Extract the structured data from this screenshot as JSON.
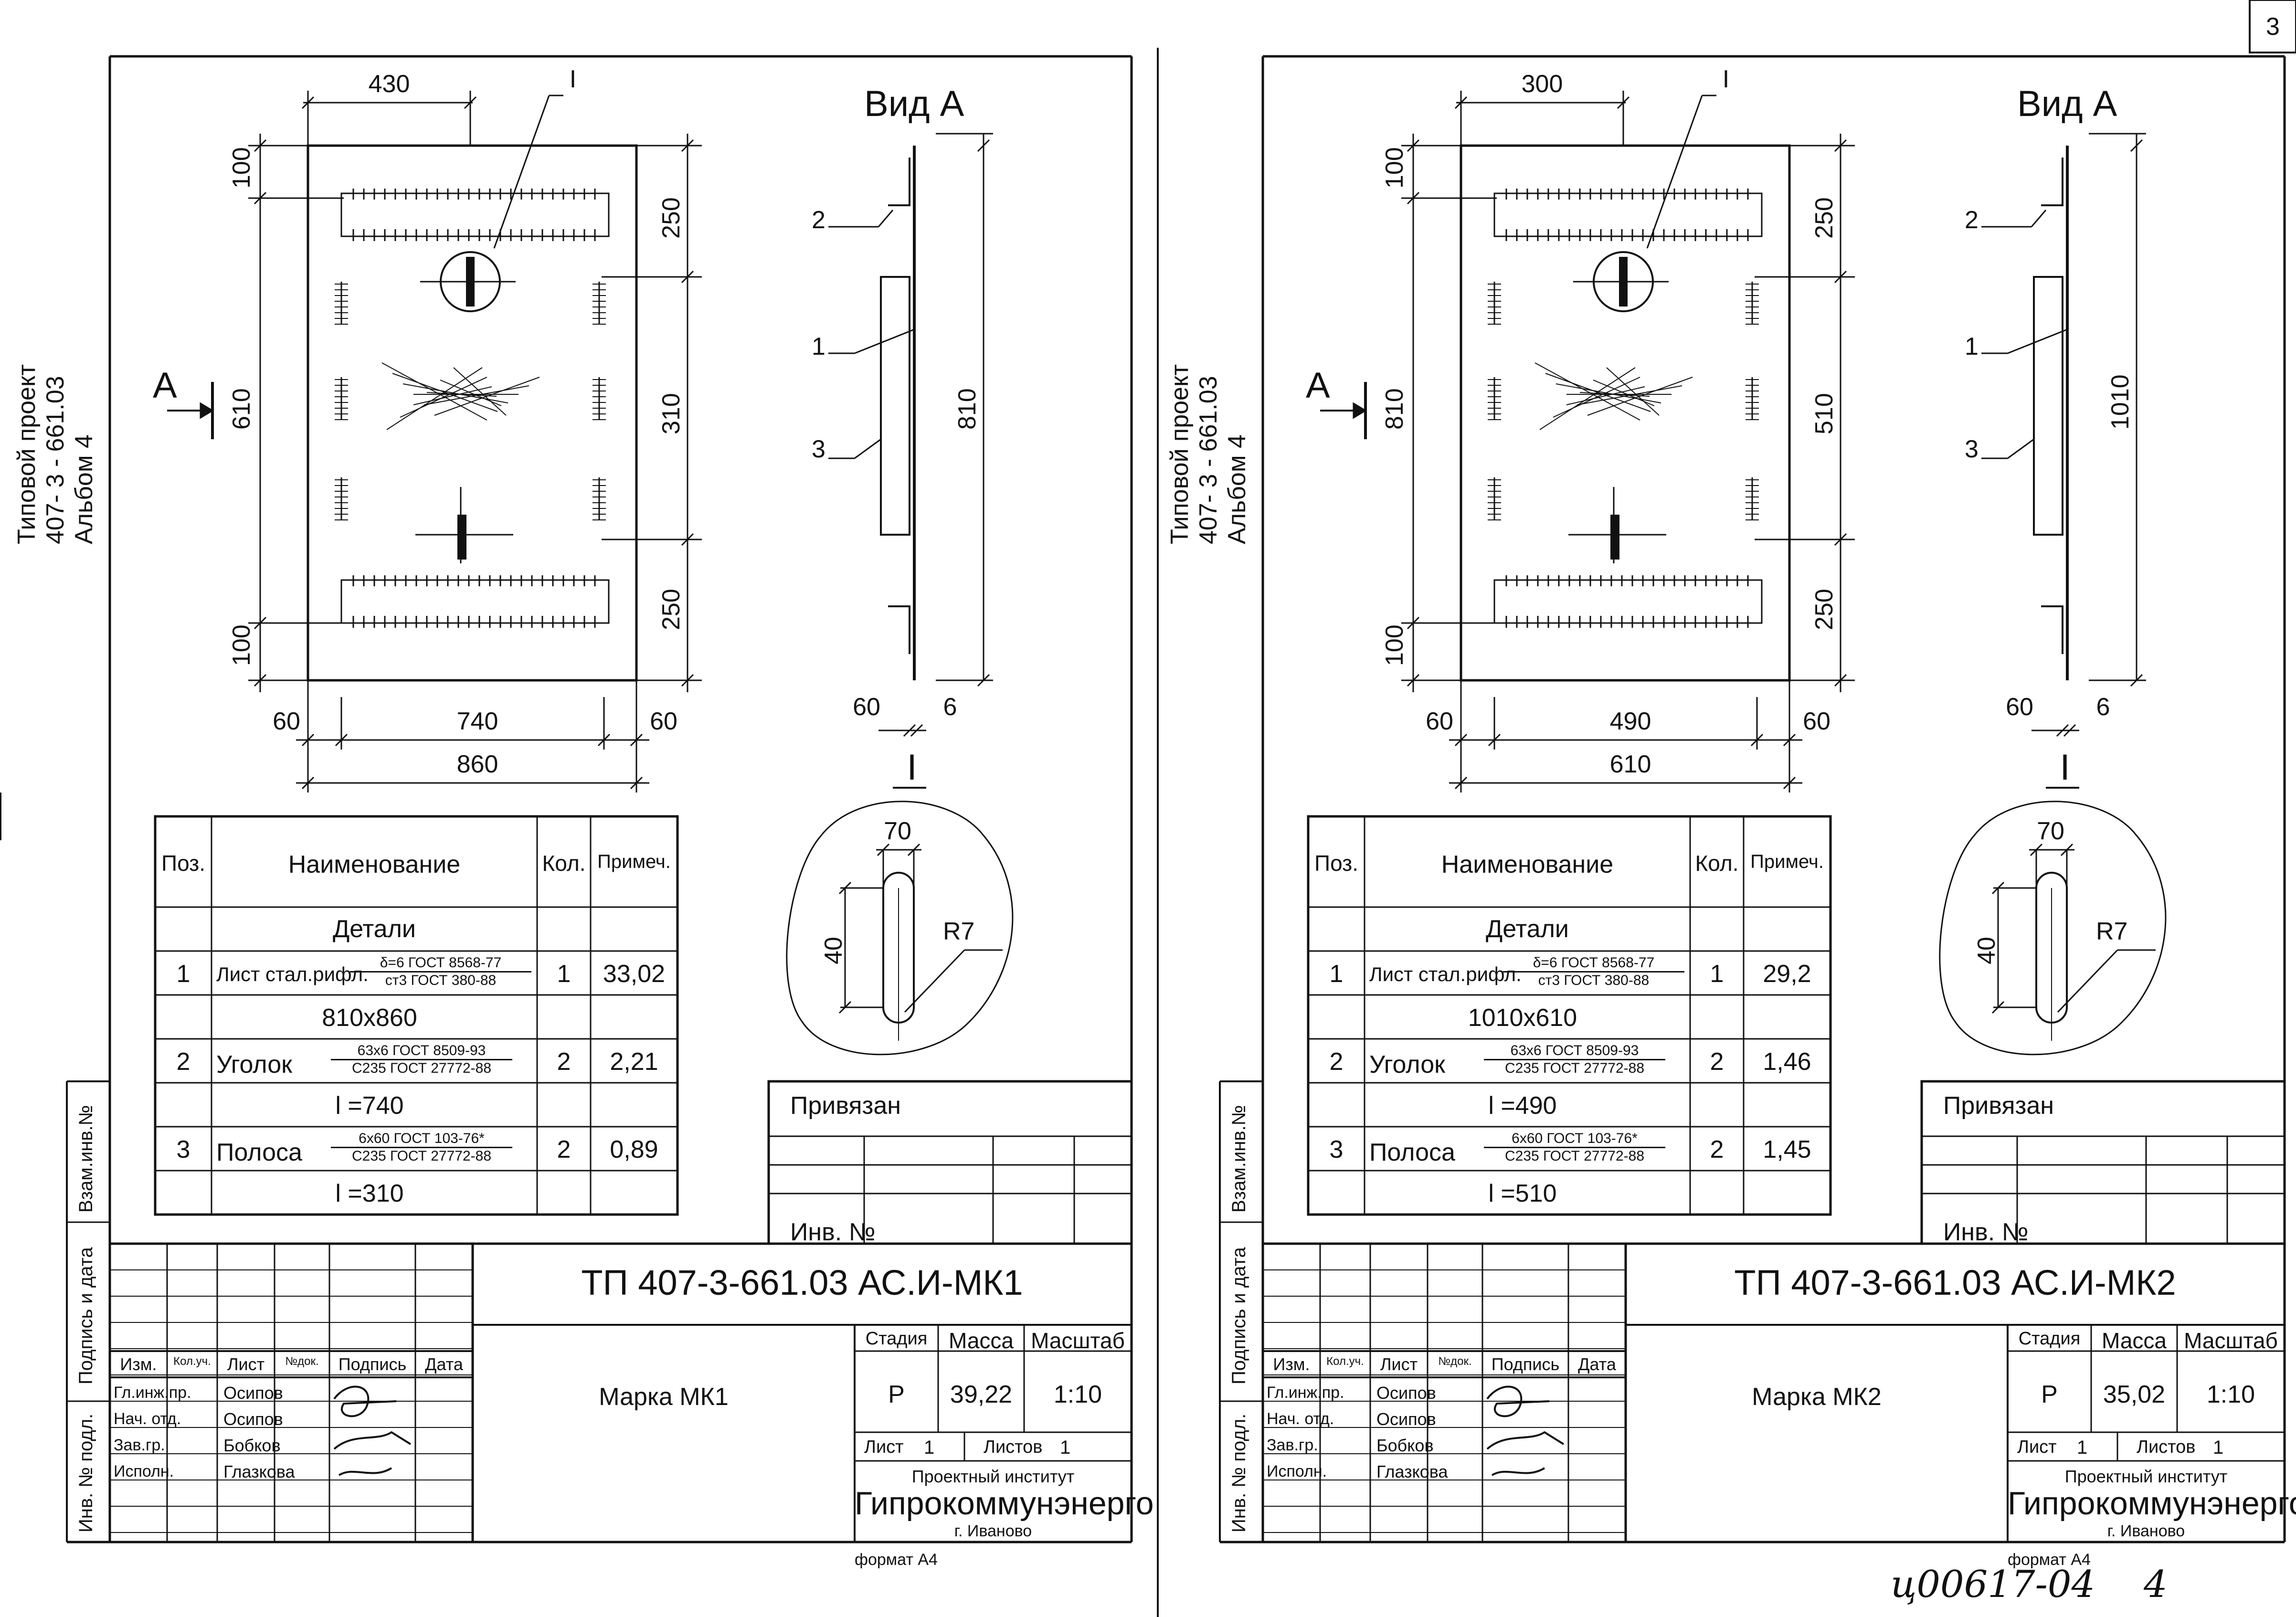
{
  "page": {
    "corner_number": "3",
    "bottom_handwriting": "ц00617-04",
    "bottom_page": "4"
  },
  "sheets": [
    {
      "side_title": [
        "Типовой проект",
        "407- 3 - 661.03",
        "Альбом 4"
      ],
      "dims": {
        "top_offset": "430",
        "top_margin": "100",
        "bottom_margin": "100",
        "height": "610",
        "right_top": "250",
        "right_mid": "310",
        "right_bottom": "250",
        "bottom_left": "60",
        "bottom_mid": "740",
        "bottom_right": "60",
        "overall": "860",
        "view_height": "810",
        "view_left": "60",
        "view_right": "6"
      },
      "view_title": "Вид А",
      "view_marker": "А",
      "callout": "I",
      "pos_labels": [
        "2",
        "1",
        "3"
      ],
      "detail": {
        "roman": "I",
        "width": "70",
        "height": "40",
        "radius": "R7"
      },
      "table": {
        "headers": [
          "Поз.",
          "Наименование",
          "Кол.",
          "Примеч."
        ],
        "section": "Детали",
        "rows": [
          {
            "pos": "1",
            "name": "Лист стал.рифл.",
            "std_top": "δ=6 ГОСТ 8568-77",
            "std_bottom": "ст3 ГОСТ 380-88",
            "qty": "1",
            "note": "33,02",
            "sub": "810х860"
          },
          {
            "pos": "2",
            "name": "Уголок",
            "std_top": "63х6 ГОСТ 8509-93",
            "std_bottom": "С235 ГОСТ 27772-88",
            "qty": "2",
            "note": "2,21",
            "sub": "l =740"
          },
          {
            "pos": "3",
            "name": "Полоса",
            "std_top": "6х60 ГОСТ 103-76*",
            "std_bottom": "С235 ГОСТ 27772-88",
            "qty": "2",
            "note": "0,89",
            "sub": "l =310"
          }
        ]
      },
      "privyazan": "Привязан",
      "inv_no": "Инв. №",
      "stamp": {
        "code": "ТП   407-3-661.03   АС.И-МК1",
        "name": "Марка МК1",
        "headers": [
          "Изм.",
          "Кол.уч.",
          "Лист",
          "№док.",
          "Подпись",
          "Дата"
        ],
        "roles": [
          "Гл.инж.пр.",
          "Нач. отд.",
          "Зав.гр.",
          "Исполн."
        ],
        "people": [
          "Осипов",
          "Осипов",
          "Бобков",
          "Глазкова"
        ],
        "stage_label": "Стадия",
        "mass_label": "Масса",
        "scale_label": "Масштаб",
        "stage": "Р",
        "mass": "39,22",
        "scale": "1:10",
        "sheet": "Лист",
        "sheet_no": "1",
        "sheets": "Листов",
        "sheets_no": "1",
        "institute_line": "Проектный институт",
        "institute": "Гипрокоммунэнерго",
        "city": "г. Иваново"
      },
      "format": "формат А4",
      "margin_labels": [
        "Взам.инв.№",
        "Подпись и дата",
        "Инв. № подл."
      ]
    },
    {
      "side_title": [
        "Типовой проект",
        "407- 3 - 661.03",
        "Альбом 4"
      ],
      "dims": {
        "top_offset": "300",
        "top_margin": "100",
        "bottom_margin": "100",
        "height": "810",
        "right_top": "250",
        "right_mid": "510",
        "right_bottom": "250",
        "bottom_left": "60",
        "bottom_mid": "490",
        "bottom_right": "60",
        "overall": "610",
        "view_height": "1010",
        "view_left": "60",
        "view_right": "6"
      },
      "view_title": "Вид А",
      "view_marker": "А",
      "callout": "I",
      "pos_labels": [
        "2",
        "1",
        "3"
      ],
      "detail": {
        "roman": "I",
        "width": "70",
        "height": "40",
        "radius": "R7"
      },
      "table": {
        "headers": [
          "Поз.",
          "Наименование",
          "Кол.",
          "Примеч."
        ],
        "section": "Детали",
        "rows": [
          {
            "pos": "1",
            "name": "Лист стал.рифл.",
            "std_top": "δ=6 ГОСТ 8568-77",
            "std_bottom": "ст3 ГОСТ 380-88",
            "qty": "1",
            "note": "29,2",
            "sub": "1010х610"
          },
          {
            "pos": "2",
            "name": "Уголок",
            "std_top": "63х6 ГОСТ 8509-93",
            "std_bottom": "С235 ГОСТ 27772-88",
            "qty": "2",
            "note": "1,46",
            "sub": "l =490"
          },
          {
            "pos": "3",
            "name": "Полоса",
            "std_top": "6х60 ГОСТ 103-76*",
            "std_bottom": "С235 ГОСТ 27772-88",
            "qty": "2",
            "note": "1,45",
            "sub": "l =510"
          }
        ]
      },
      "privyazan": "Привязан",
      "inv_no": "Инв. №",
      "stamp": {
        "code": "ТП   407-3-661.03   АС.И-МК2",
        "name": "Марка МК2",
        "headers": [
          "Изм.",
          "Кол.уч.",
          "Лист",
          "№док.",
          "Подпись",
          "Дата"
        ],
        "roles": [
          "Гл.инж.пр.",
          "Нач. отд.",
          "Зав.гр.",
          "Исполн."
        ],
        "people": [
          "Осипов",
          "Осипов",
          "Бобков",
          "Глазкова"
        ],
        "stage_label": "Стадия",
        "mass_label": "Масса",
        "scale_label": "Масштаб",
        "stage": "Р",
        "mass": "35,02",
        "scale": "1:10",
        "sheet": "Лист",
        "sheet_no": "1",
        "sheets": "Листов",
        "sheets_no": "1",
        "institute_line": "Проектный институт",
        "institute": "Гипрокоммунэнерго",
        "city": "г. Иваново"
      },
      "format": "формат А4",
      "margin_labels": [
        "Взам.инв.№",
        "Подпись и дата",
        "Инв. № подл."
      ]
    }
  ]
}
